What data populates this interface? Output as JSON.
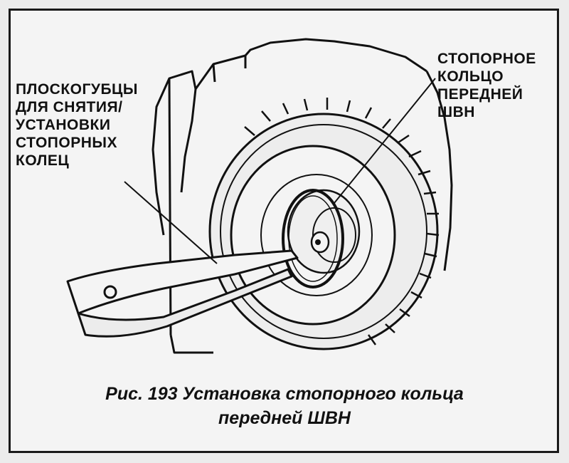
{
  "figure": {
    "labels": {
      "left": "ПЛОСКОГУБЦЫ\nДЛЯ СНЯТИЯ/\nУСТАНОВКИ\nСТОПОРНЫХ\nКОЛЕЦ",
      "right": "СТОПОРНОЕ\nКОЛЬЦО\nПЕРЕДНЕЙ\nШВН"
    },
    "caption": {
      "line1": "Рис. 193 Установка стопорного кольца",
      "line2": "передней ШВН"
    }
  }
}
